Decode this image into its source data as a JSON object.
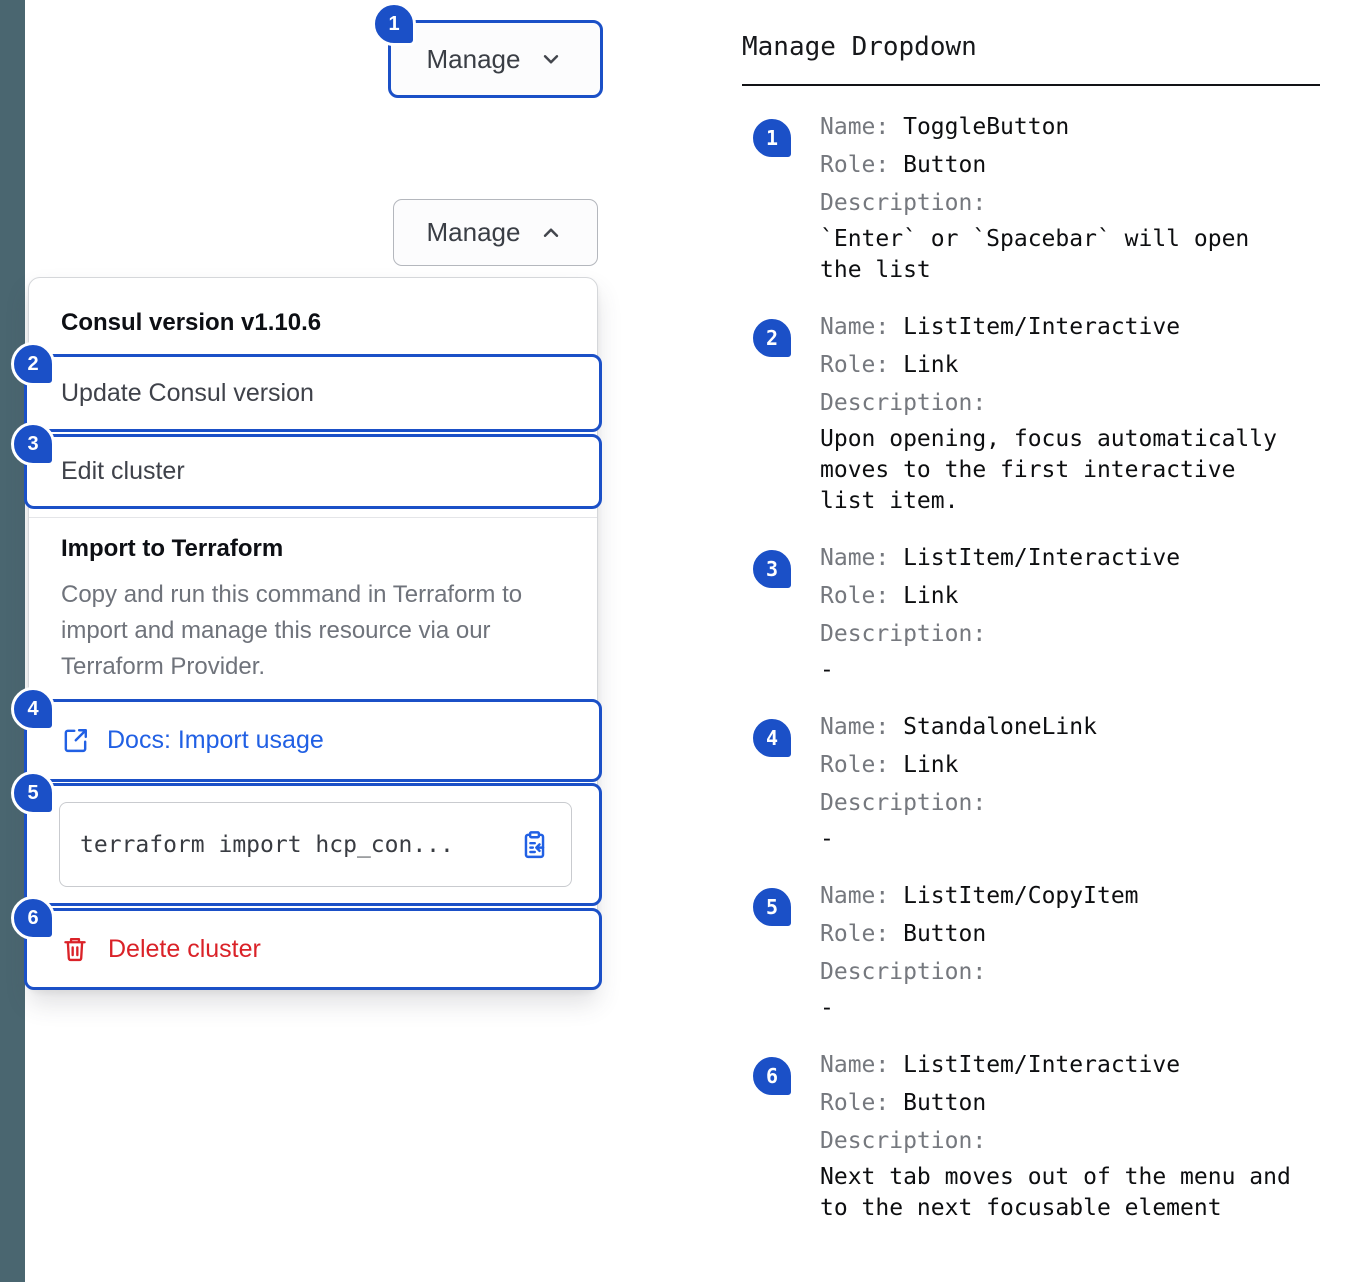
{
  "colors": {
    "accent_blue": "#1b50c7",
    "link_blue": "#2160e4",
    "danger_red": "#da2228",
    "slate_bar": "#4a6670"
  },
  "icons": [
    "chevron-down-icon",
    "chevron-up-icon",
    "docs-link-icon",
    "clipboard-copy-icon",
    "trash-icon"
  ],
  "left": {
    "toggle_collapsed": {
      "label": "Manage"
    },
    "toggle_expanded": {
      "label": "Manage"
    },
    "dropdown": {
      "header": "Consul version v1.10.6",
      "items": [
        {
          "label": "Update Consul version"
        },
        {
          "label": "Edit cluster"
        }
      ],
      "import_section": {
        "title": "Import to Terraform",
        "description": "Copy and run this command in Terraform to import and manage this resource via our Terraform Provider.",
        "docs_link_label": "Docs: Import usage",
        "code": "terraform import hcp_con...",
        "delete_label": "Delete cluster"
      }
    }
  },
  "annotations": {
    "title": "Manage Dropdown",
    "labels": {
      "name": "Name:",
      "role": "Role:",
      "description": "Description:"
    },
    "entries": [
      {
        "num": "1",
        "name": "ToggleButton",
        "role": "Button",
        "description": "`Enter` or `Spacebar` will open the list"
      },
      {
        "num": "2",
        "name": "ListItem/Interactive",
        "role": "Link",
        "description": "Upon opening, focus automatically moves to the first interactive list item."
      },
      {
        "num": "3",
        "name": "ListItem/Interactive",
        "role": "Link",
        "description": "-"
      },
      {
        "num": "4",
        "name": "StandaloneLink",
        "role": "Link",
        "description": "-"
      },
      {
        "num": "5",
        "name": "ListItem/CopyItem",
        "role": "Button",
        "description": "-"
      },
      {
        "num": "6",
        "name": "ListItem/Interactive",
        "role": "Button",
        "description": "Next tab moves out of the menu and to the next focusable element"
      }
    ]
  }
}
